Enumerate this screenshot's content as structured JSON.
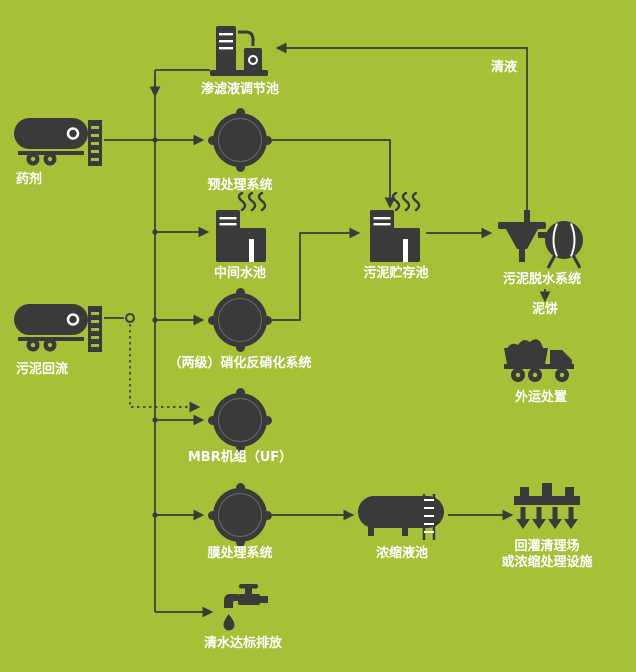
{
  "colors": {
    "background": "#a6c138",
    "ink": "#3a3a3a",
    "label": "#ffffff"
  },
  "nodes": {
    "chemicals": {
      "label": "药剂",
      "icon": "tanker-truck-icon"
    },
    "leachate_pool": {
      "label": "渗滤液调节池",
      "icon": "regulating-tank-icon"
    },
    "pretreatment": {
      "label": "预处理系统",
      "icon": "reactor-circle-icon"
    },
    "intermediate_pool": {
      "label": "中间水池",
      "icon": "steam-tank-icon"
    },
    "sludge_storage_pool": {
      "label": "污泥贮存池",
      "icon": "steam-tank-icon"
    },
    "sludge_dewatering": {
      "label": "污泥脱水系统",
      "icon": "dewatering-separator-icon"
    },
    "outbound_disposal": {
      "label": "外运处置",
      "icon": "dump-truck-icon"
    },
    "sludge_return": {
      "label": "污泥回流",
      "icon": "tanker-truck-icon"
    },
    "nitrification": {
      "label": "（两级）硝化反硝化系统",
      "icon": "reactor-circle-icon"
    },
    "mbr_unit": {
      "label": "MBR机组（UF）",
      "icon": "reactor-circle-icon"
    },
    "membrane_system": {
      "label": "膜处理系统",
      "icon": "reactor-circle-icon"
    },
    "concentrate_pool": {
      "label": "浓缩液池",
      "icon": "horizontal-tank-icon"
    },
    "reinjection_facility": {
      "label_line1": "回灌清理场",
      "label_line2": "或浓缩处理设施",
      "icon": "infiltration-site-icon"
    },
    "clean_water_discharge": {
      "label": "清水达标排放",
      "icon": "faucet-icon"
    }
  },
  "edge_labels": {
    "clear_liquid": "清液",
    "mud_cake": "泥饼"
  }
}
